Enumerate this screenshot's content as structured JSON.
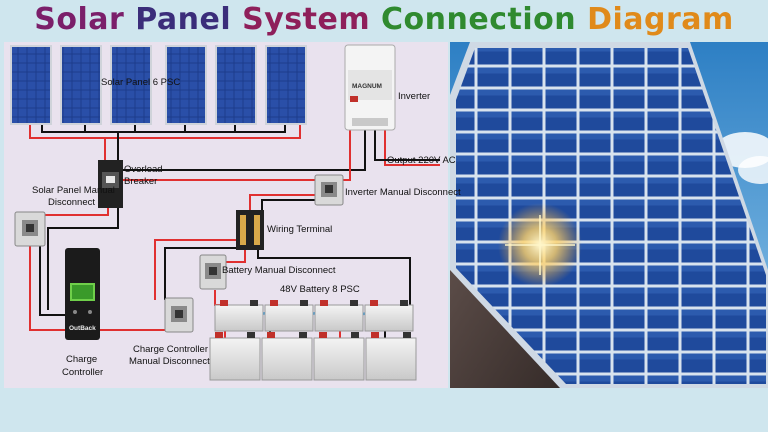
{
  "title": {
    "words": [
      {
        "text": "Solar",
        "color": "#7b1f6a"
      },
      {
        "text": "Panel",
        "color": "#3b2d7a"
      },
      {
        "text": "System",
        "color": "#8e1f5a"
      },
      {
        "text": "Connection",
        "color": "#2f8a2f"
      },
      {
        "text": "Diagram",
        "color": "#e08a1a"
      }
    ]
  },
  "labels": {
    "solar_panels": "Solar Panel 6 PSC",
    "inverter": "Inverter",
    "output": "Output 220V AC",
    "overload_breaker_1": "Overload",
    "overload_breaker_2": "Breaker",
    "solar_disconnect_1": "Solar Panel Manual",
    "solar_disconnect_2": "Disconnect",
    "inverter_disconnect": "Inverter Manual Disconnect",
    "wiring_terminal": "Wiring Terminal",
    "battery_disconnect": "Battery Manual Disconnect",
    "battery_bank": "48V  Battery 8 PSC",
    "charge_controller_1": "Charge",
    "charge_controller_2": "Controller",
    "cc_disconnect_1": "Charge Controller",
    "cc_disconnect_2": "Manual Disconnect",
    "inverter_brand": "MAGNUM",
    "controller_brand": "OutBack"
  },
  "colors": {
    "diagram_bg": "#e9e2ee",
    "positive_wire": "#e03030",
    "negative_wire": "#111111",
    "panel_blue": "#1f3f8f",
    "photo_sky": "#4f9fd6"
  },
  "icons": [
    "solar-panel-icon",
    "inverter-icon",
    "breaker-icon",
    "disconnect-switch-icon",
    "terminal-block-icon",
    "charge-controller-icon",
    "battery-icon",
    "rooftop-photo"
  ]
}
